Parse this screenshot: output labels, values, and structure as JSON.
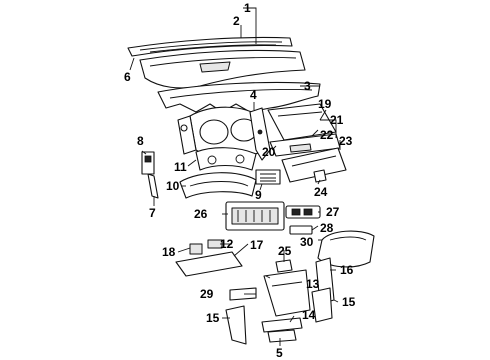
{
  "callouts": {
    "c1": "1",
    "c2": "2",
    "c3": "3",
    "c4": "4",
    "c5": "5",
    "c6": "6",
    "c7": "7",
    "c8": "8",
    "c9": "9",
    "c10": "10",
    "c11": "11",
    "c12": "12",
    "c13": "13",
    "c14": "14",
    "c15a": "15",
    "c15b": "15",
    "c16": "16",
    "c17": "17",
    "c18": "18",
    "c19": "19",
    "c20": "20",
    "c21": "21",
    "c22": "22",
    "c23": "23",
    "c24": "24",
    "c25": "25",
    "c26": "26",
    "c27": "27",
    "c28": "28",
    "c29": "29",
    "c30": "30"
  }
}
